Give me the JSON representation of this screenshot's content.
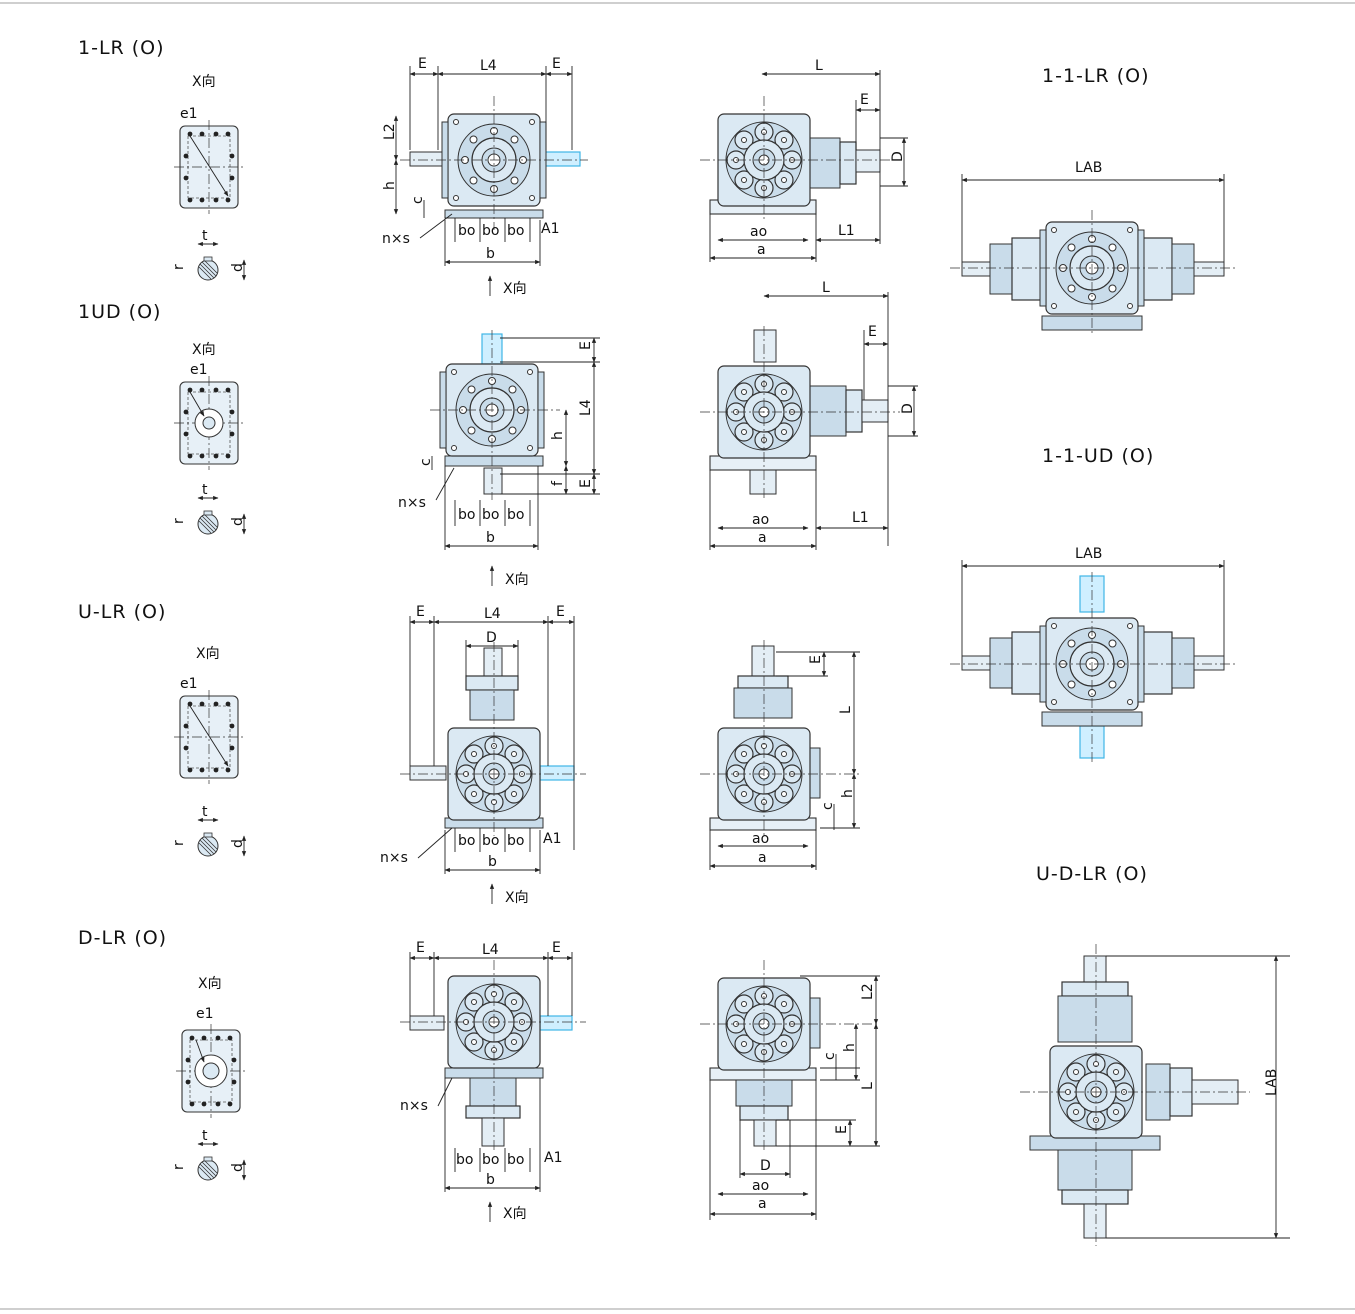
{
  "views": {
    "v1": {
      "title": "1-LR (O)",
      "x_dir": "X向",
      "plate": {
        "e1": "e1"
      },
      "key": {
        "t": "t",
        "r": "r",
        "d": "d"
      },
      "front": {
        "E_left": "E",
        "L4": "L4",
        "E_right": "E",
        "L2": "L2",
        "h": "h",
        "c": "c",
        "nxs": "n×s",
        "bo1": "bo",
        "bo2": "bo",
        "bo3": "bo",
        "A1": "A1",
        "b": "b",
        "x_arrow": "X向"
      },
      "side": {
        "L": "L",
        "E": "E",
        "D": "D",
        "ao": "ao",
        "a": "a",
        "L1": "L1"
      }
    },
    "v2": {
      "title": "1UD (O)",
      "x_dir": "X向",
      "plate": {
        "e1": "e1"
      },
      "key": {
        "t": "t",
        "r": "r",
        "d": "d"
      },
      "front": {
        "E": "E",
        "L4": "L4",
        "h": "h",
        "c": "c",
        "f": "f",
        "E2": "E",
        "nxs": "n×s",
        "bo1": "bo",
        "bo2": "bo",
        "bo3": "bo",
        "b": "b",
        "x_arrow": "X向"
      },
      "side": {
        "L": "L",
        "E": "E",
        "D": "D",
        "ao": "ao",
        "a": "a",
        "L1": "L1"
      }
    },
    "v3": {
      "title": "U-LR (O)",
      "x_dir": "X向",
      "plate": {
        "e1": "e1"
      },
      "key": {
        "t": "t",
        "r": "r",
        "d": "d"
      },
      "front": {
        "E_left": "E",
        "L4": "L4",
        "E_right": "E",
        "D": "D",
        "nxs": "n×s",
        "bo1": "bo",
        "bo2": "bo",
        "bo3": "bo",
        "A1": "A1",
        "b": "b",
        "x_arrow": "X向"
      },
      "side": {
        "E": "E",
        "L": "L",
        "h": "h",
        "c": "c",
        "ao": "ao",
        "a": "a"
      }
    },
    "v4": {
      "title": "D-LR (O)",
      "x_dir": "X向",
      "plate": {
        "e1": "e1"
      },
      "key": {
        "t": "t",
        "r": "r",
        "d": "d"
      },
      "front": {
        "E_left": "E",
        "L4": "L4",
        "E_right": "E",
        "nxs": "n×s",
        "bo1": "bo",
        "bo2": "bo",
        "bo3": "bo",
        "A1": "A1",
        "b": "b",
        "x_arrow": "X向"
      },
      "side": {
        "L2": "L2",
        "h": "h",
        "c": "c",
        "L": "L",
        "E": "E",
        "D": "D",
        "ao": "ao",
        "a": "a"
      }
    }
  },
  "right": {
    "r1": {
      "title": "1-1-LR (O)",
      "LAB": "LAB"
    },
    "r2": {
      "title": "1-1-UD (O)",
      "LAB": "LAB"
    },
    "r3": {
      "title": "U-D-LR (O)",
      "LAB": "LAB"
    }
  },
  "colors": {
    "body_fill": "#dbe9f3",
    "highlight": "#3fb6e6",
    "line": "#222222"
  }
}
